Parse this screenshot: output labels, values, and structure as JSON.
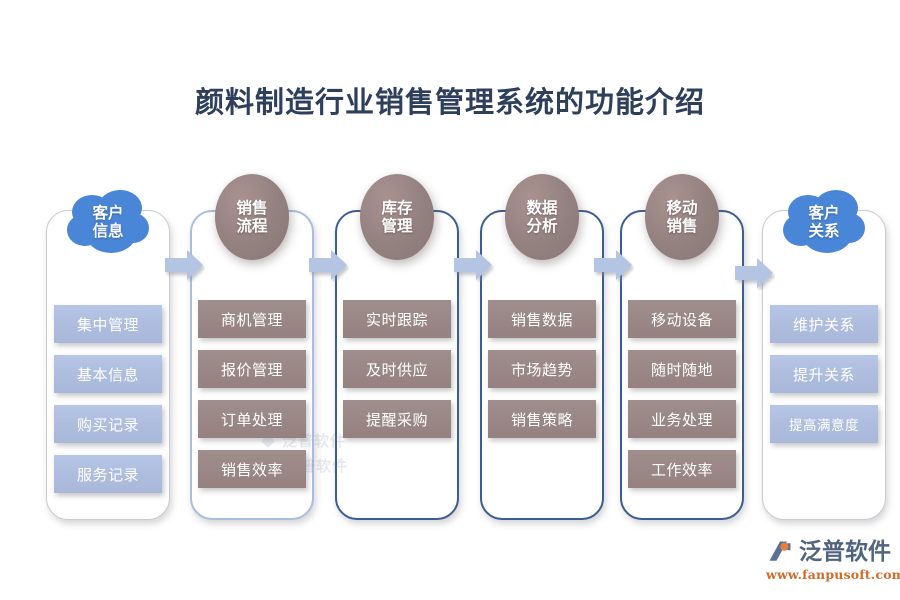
{
  "page": {
    "title": "颜料制造行业销售管理系统的功能介绍",
    "background_color": "#ffffff",
    "title_color": "#2e3f5c"
  },
  "colors": {
    "blue_chip": "#aebdde",
    "brown_chip": "#9a8886",
    "blue_bubble": "#4a86d8",
    "brown_bubble": "#93817f",
    "arrow": "#b4c4e3",
    "border_grey": "#c9cacb",
    "border_light_blue": "#a8bedd",
    "border_dark_blue": "#3b5d92",
    "logo_text": "#51647f",
    "logo_url": "#d06a2a"
  },
  "columns": [
    {
      "id": "customer-info",
      "header_lines": [
        "客户",
        "信息"
      ],
      "header_shape": "cloud",
      "header_color": "#4a86d8",
      "border_style": "border-grey",
      "chip_style": "blue",
      "items": [
        "集中管理",
        "基本信息",
        "购买记录",
        "服务记录"
      ]
    },
    {
      "id": "sales-process",
      "header_lines": [
        "销售",
        "流程"
      ],
      "header_shape": "ellipse",
      "header_color": "#93817f",
      "border_style": "border-lblue",
      "chip_style": "brown",
      "items": [
        "商机管理",
        "报价管理",
        "订单处理",
        "销售效率"
      ]
    },
    {
      "id": "inventory-management",
      "header_lines": [
        "库存",
        "管理"
      ],
      "header_shape": "ellipse",
      "header_color": "#93817f",
      "border_style": "border-dblue",
      "chip_style": "brown",
      "items": [
        "实时跟踪",
        "及时供应",
        "提醒采购"
      ]
    },
    {
      "id": "data-analysis",
      "header_lines": [
        "数据",
        "分析"
      ],
      "header_shape": "ellipse",
      "header_color": "#93817f",
      "border_style": "border-dblue",
      "chip_style": "brown",
      "items": [
        "销售数据",
        "市场趋势",
        "销售策略"
      ]
    },
    {
      "id": "mobile-sales",
      "header_lines": [
        "移动",
        "销售"
      ],
      "header_shape": "ellipse",
      "header_color": "#93817f",
      "border_style": "border-dblue",
      "chip_style": "brown",
      "items": [
        "移动设备",
        "随时随地",
        "业务处理",
        "工作效率"
      ]
    },
    {
      "id": "customer-relations",
      "header_lines": [
        "客户",
        "关系"
      ],
      "header_shape": "cloud",
      "header_color": "#4a86d8",
      "border_style": "border-grey",
      "chip_style": "blue",
      "items": [
        "维护关系",
        "提升关系",
        "提高满意度"
      ]
    }
  ],
  "arrows": {
    "count": 5,
    "direction": "right",
    "icon": "arrow-right-icon"
  },
  "watermarks": [
    {
      "text": "泛普软件",
      "icon": "fanpu-logo-icon"
    },
    {
      "text": "泛普软件",
      "icon": "fanpu-logo-icon"
    }
  ],
  "logo": {
    "icon": "fanpu-logo-icon",
    "name": "泛普软件",
    "url": "www.fanpusoft.com"
  }
}
